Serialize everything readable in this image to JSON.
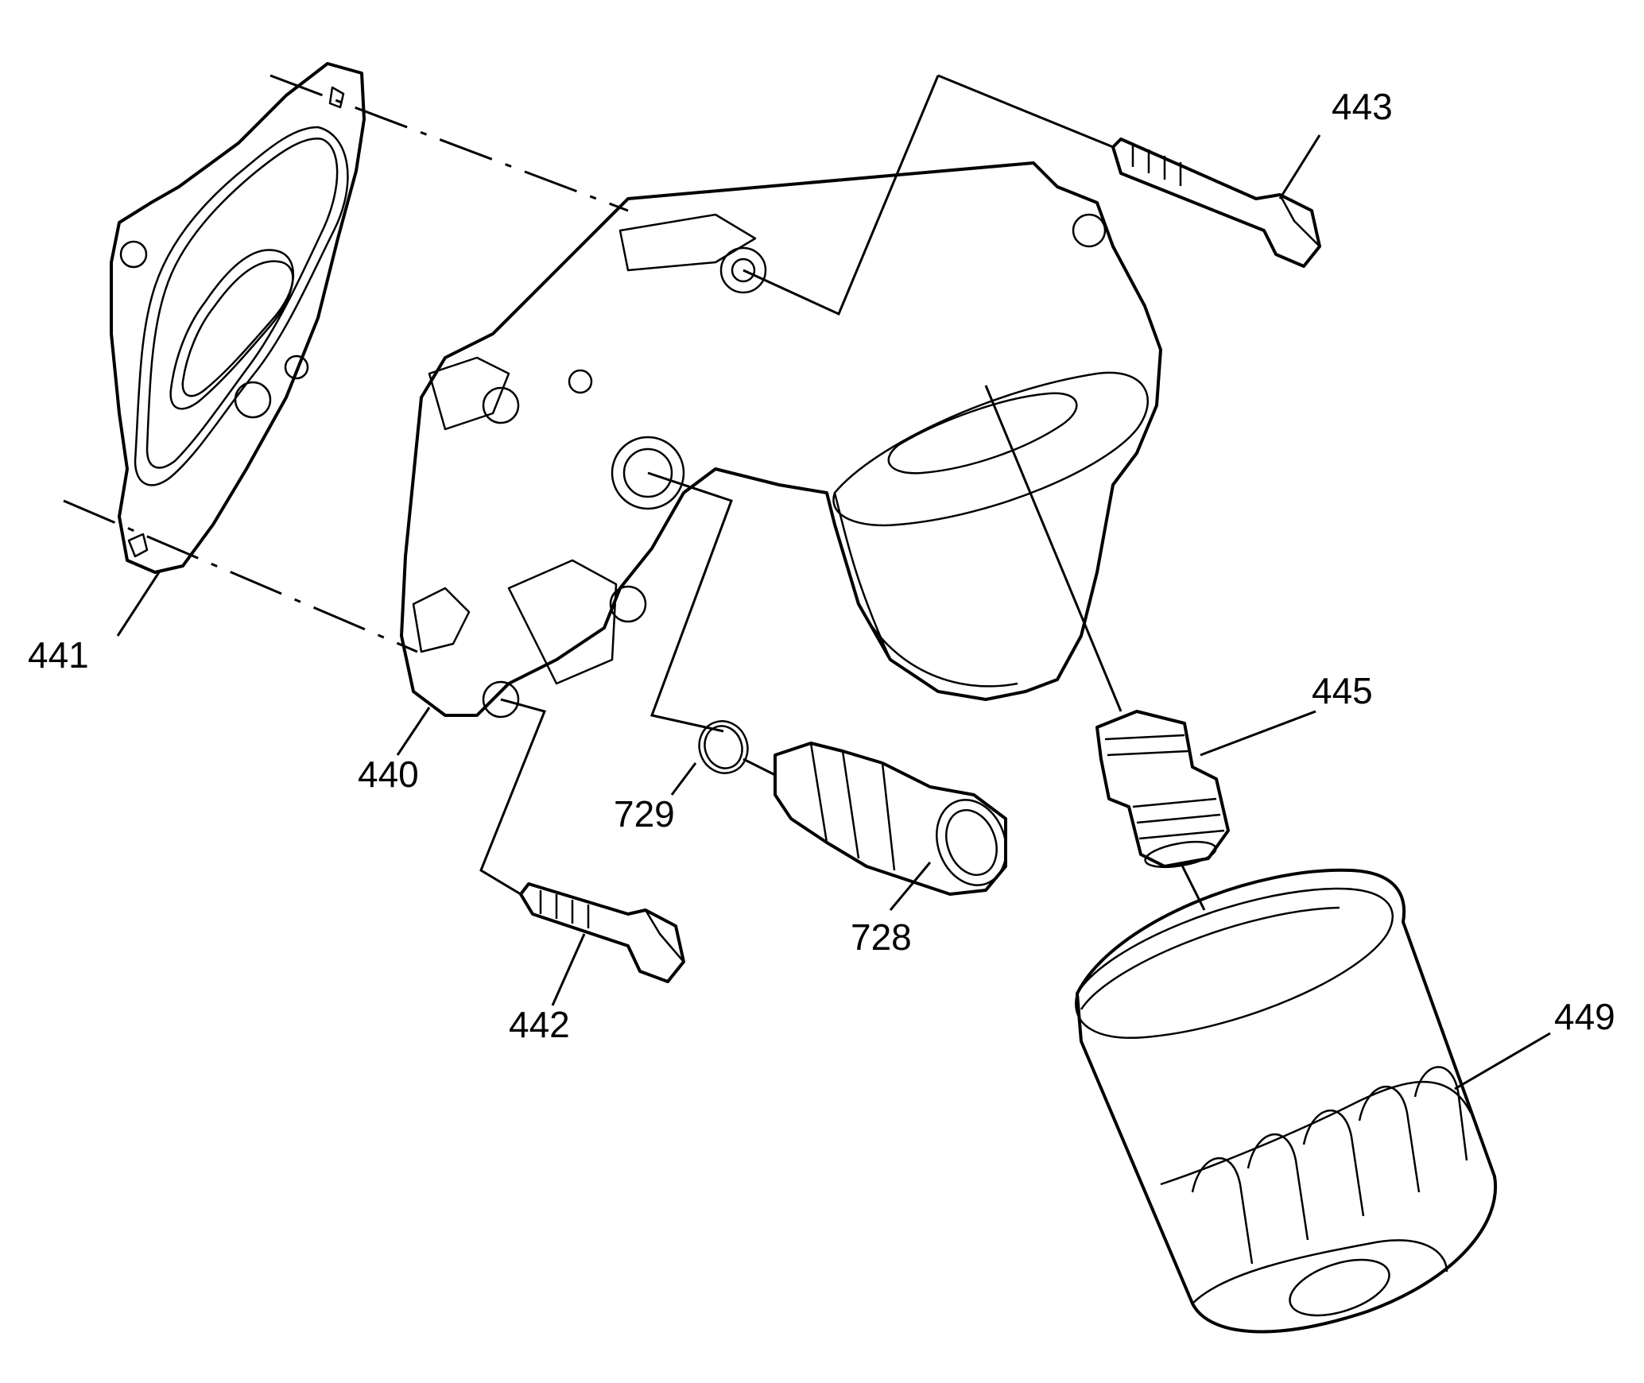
{
  "callouts": [
    {
      "id": "441",
      "text": "441"
    },
    {
      "id": "440",
      "text": "440"
    },
    {
      "id": "442",
      "text": "442"
    },
    {
      "id": "443",
      "text": "443"
    },
    {
      "id": "445",
      "text": "445"
    },
    {
      "id": "449",
      "text": "449"
    },
    {
      "id": "728",
      "text": "728"
    },
    {
      "id": "729",
      "text": "729"
    }
  ]
}
